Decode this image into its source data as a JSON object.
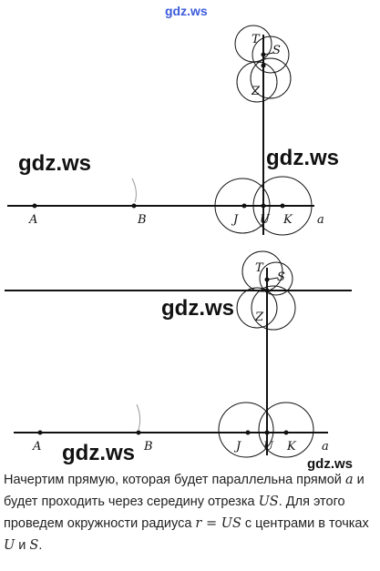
{
  "watermark": {
    "top": "gdz.ws",
    "text": "gdz.ws"
  },
  "figure1": {
    "line_label": "a",
    "points": {
      "A": "A",
      "B": "B",
      "J": "J",
      "U": "U",
      "K": "K",
      "T": "T",
      "S": "S",
      "Z": "Z"
    }
  },
  "figure2": {
    "line_label": "a",
    "points": {
      "A": "A",
      "B": "B",
      "J": "J",
      "U": "U",
      "K": "K",
      "T": "T",
      "S": "S",
      "Z": "Z"
    }
  },
  "caption": {
    "p1": "Начертим прямую, которая будет параллельна прямой ",
    "v1": "a",
    "p2": " и будет проходить через середину отрезка ",
    "v2": "US",
    "p3": ". Для этого проведем окружности радиуса ",
    "v3": "r = US",
    "p4": " с центрами в точках ",
    "v4": "U",
    "p5": " и ",
    "v5": "S",
    "p6": "."
  }
}
